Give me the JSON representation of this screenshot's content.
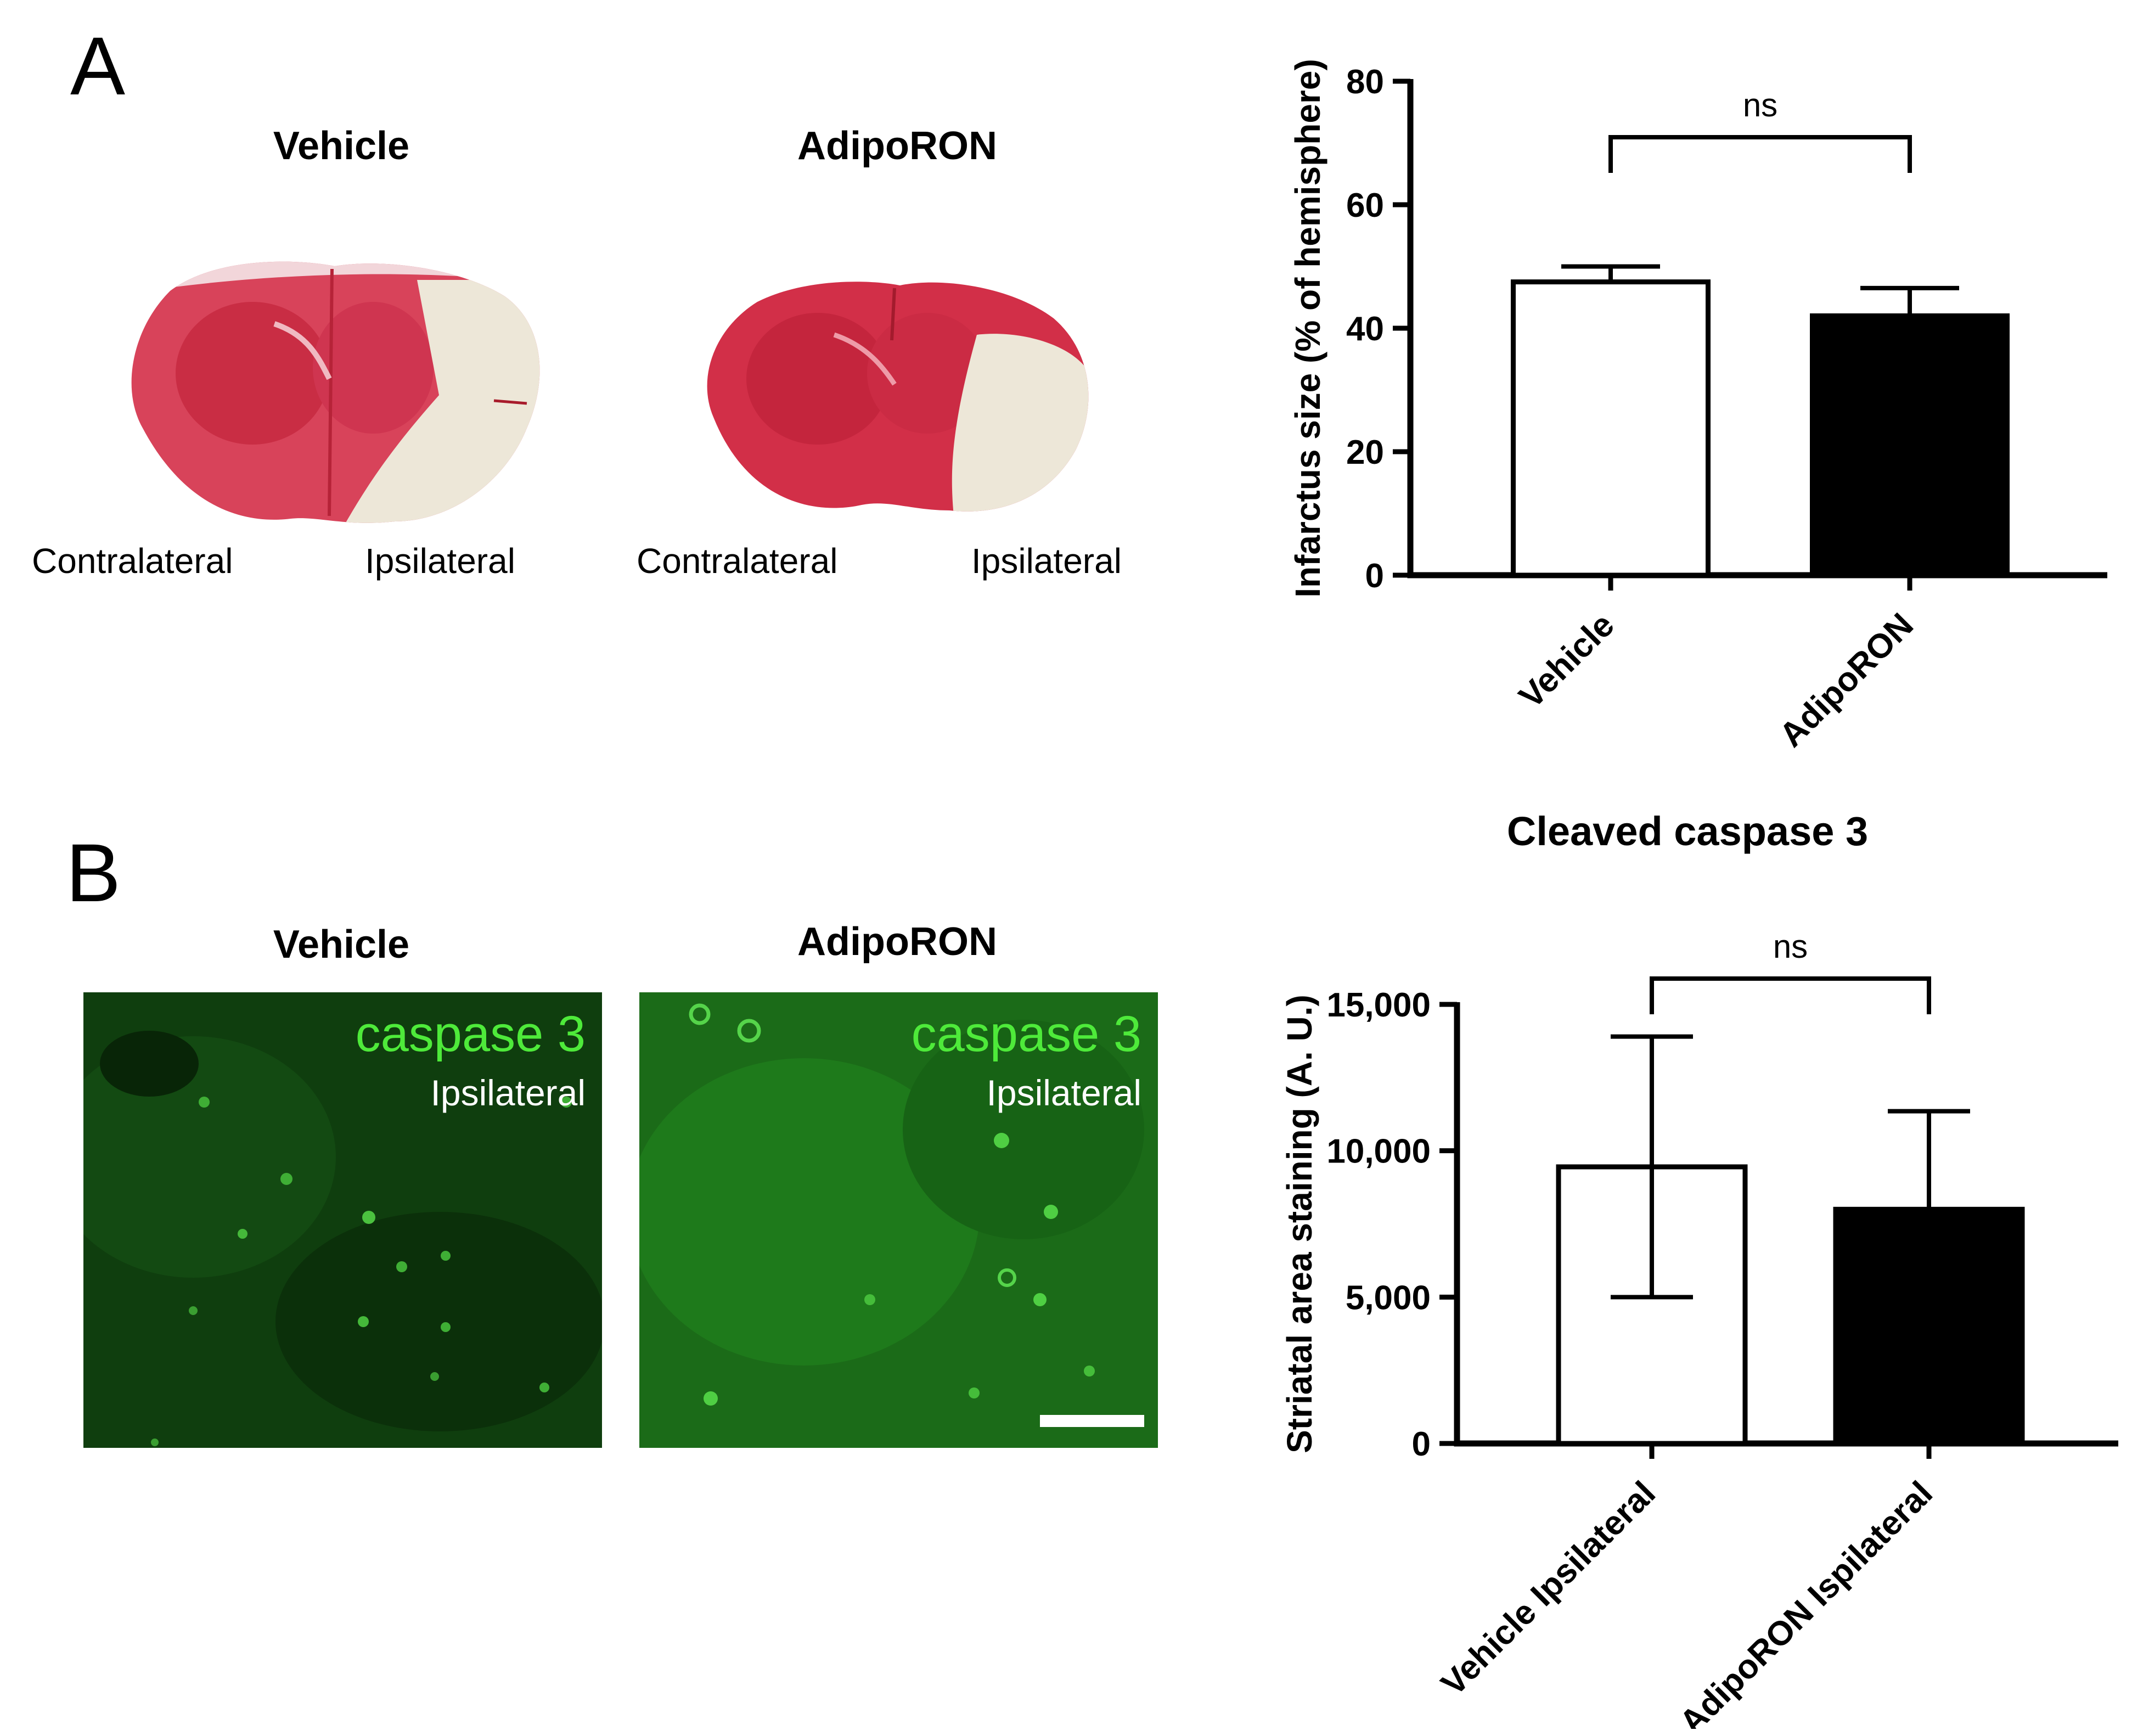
{
  "panels": {
    "a": {
      "letter": "A",
      "vehicle_title": "Vehicle",
      "adiporon_title": "AdipoRON",
      "left_side_labels": [
        "Contralateral",
        "Ipsilateral"
      ],
      "right_side_labels": [
        "Contralateral",
        "Ipsilateral"
      ],
      "colors": {
        "stain_red": "#c8283a",
        "infarct_pale": "#ece6d6"
      }
    },
    "b": {
      "letter": "B",
      "vehicle_title": "Vehicle",
      "adiporon_title": "AdipoRON",
      "vehicle_stain": "caspase 3",
      "vehicle_side": "Ipsilateral",
      "adiporon_stain": "caspase 3",
      "adiporon_side": "Ipsilateral",
      "colors": {
        "stain_green": "#4eea3a",
        "background_green": "#114a10"
      }
    }
  },
  "chart_data": [
    {
      "type": "bar",
      "title": "",
      "ylabel": "Infarctus size (% of hemisphere)",
      "xlabel": "",
      "categories": [
        "Vehicle",
        "AdipoRON"
      ],
      "values": [
        47.5,
        42
      ],
      "errors": [
        2.5,
        4.5
      ],
      "bar_fills": [
        "#ffffff",
        "#000000"
      ],
      "ylim": [
        0,
        80
      ],
      "yticks": [
        0,
        20,
        40,
        60,
        80
      ],
      "ytick_labels": [
        "0",
        "20",
        "40",
        "60",
        "80"
      ],
      "significance": {
        "label": "ns",
        "between": [
          0,
          1
        ]
      },
      "grid": false
    },
    {
      "type": "bar",
      "title": "Cleaved caspase 3",
      "ylabel": "Striatal area staining (A. U.)",
      "xlabel": "",
      "categories": [
        "Vehicle Ipsilateral",
        "AdipoRON Ispilateral"
      ],
      "values": [
        9450,
        8000
      ],
      "errors": [
        4450,
        3350
      ],
      "bar_fills": [
        "#ffffff",
        "#000000"
      ],
      "ylim": [
        0,
        15000
      ],
      "yticks": [
        0,
        5000,
        10000,
        15000
      ],
      "ytick_labels": [
        "0",
        "5,000",
        "10,000",
        "15,000"
      ],
      "significance": {
        "label": "ns",
        "between": [
          0,
          1
        ]
      },
      "grid": false
    }
  ]
}
